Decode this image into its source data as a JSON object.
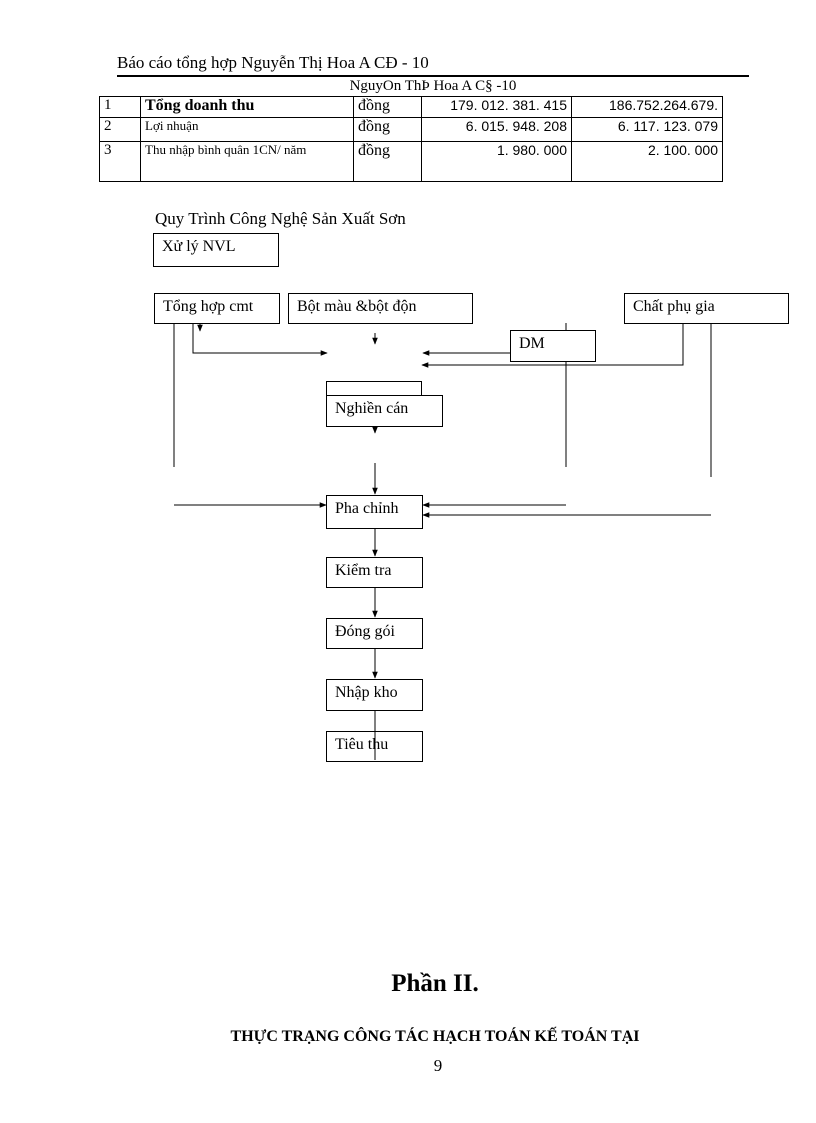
{
  "header": {
    "title": "Báo cáo tổng hợp Nguyễn Thị Hoa A CĐ  - 10",
    "subtitle": "NguyOn ThÞ Hoa A C§ -10"
  },
  "table": {
    "rows": [
      {
        "no": "1",
        "label": "Tổng doanh thu",
        "unit": "đồng",
        "v1": "179. 012. 381. 415",
        "v2": "186.752.264.679."
      },
      {
        "no": "2",
        "label": "Lợi nhuận",
        "unit": "đồng",
        "v1": "6. 015. 948. 208",
        "v2": "6. 117. 123. 079"
      },
      {
        "no": "3",
        "label": "Thu nhập bình quân 1CN/ năm",
        "unit": "đồng",
        "v1": "1. 980. 000",
        "v2": "2. 100. 000"
      }
    ]
  },
  "flow": {
    "title": "Quy Trình Công Nghệ Sản Xuất Sơn",
    "nodes": {
      "xu_ly": "Xử lý NVL",
      "tong_hop": "Tổng hợp cmt",
      "bot_mau": "Bột màu &bột độn",
      "chat_phu_gia": "Chất phụ gia",
      "dm": "DM",
      "nghien_can": "Nghiền cán",
      "pha_chinh": "Pha chỉnh",
      "kiem_tra": "Kiểm tra",
      "dong_goi": "Đóng gói",
      "nhap_kho": "Nhập kho",
      "tieu_thu": "Tiêu thu"
    }
  },
  "part": {
    "title": "Phần II.",
    "section": "THỰC TRẠNG CÔNG TÁC HẠCH TOÁN KẾ TOÁN TẠI"
  },
  "page_number": "9"
}
